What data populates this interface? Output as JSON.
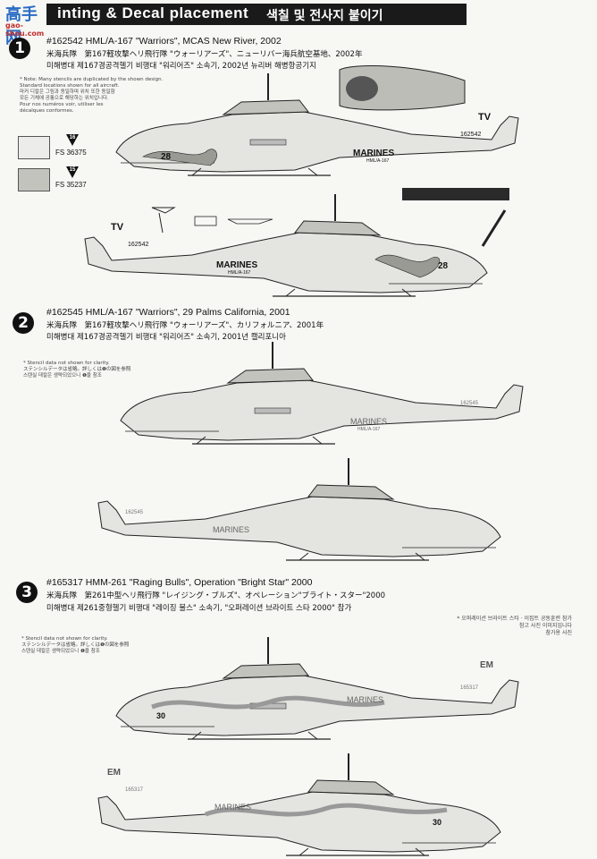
{
  "logo": {
    "chars": "高手网",
    "url": "gao-shou.com"
  },
  "header": {
    "title": "Painting & Decal placement",
    "title_visible": "inting & Decal placement",
    "korean": "색칠 및 전사지 붙이기"
  },
  "colors": {
    "gray_light": "#e6e6e2",
    "gray_dark": "#bdbdb8",
    "black": "#111111"
  },
  "paint_chips": [
    {
      "badge": "16",
      "code": "FS 36375",
      "color": "#ececea"
    },
    {
      "badge": "15",
      "code": "FS 35237",
      "color": "#c3c3be"
    }
  ],
  "sections": [
    {
      "number": "1",
      "title": "#162542 HML/A-167 \"Warriors\", MCAS New River, 2002",
      "japanese": "米海兵隊　第167軽攻撃ヘリ飛行隊 \"ウォーリアーズ\"、ニューリバー海兵航空基地、2002年",
      "korean": "미해병대 제167경공격헬기 비행대 \"워리어즈\" 소속기, 2002년 뉴리버 해병항공기지",
      "note": [
        "* Note: Many stencils are duplicated by the shown design.",
        "Standard locations shown for all aircraft.",
        "마커 디칼은 그림과 동일하며 위치 또한 동일함",
        "모든 기체에 공통으로 해당하는 위치입니다.",
        "Pour nos numéros voir, utiliser les",
        "décalques conformes."
      ],
      "markings": {
        "marines": "MARINES",
        "unit": "HML/A-167",
        "serial": "162542",
        "tail": "TV",
        "modex": "28"
      }
    },
    {
      "number": "2",
      "title": "#162545 HML/A-167 \"Warriors\", 29 Palms California, 2001",
      "japanese": "米海兵隊　第167軽攻撃ヘリ飛行隊 \"ウォーリアーズ\"、カリフォルニア、2001年",
      "korean": "미해병대 제167경공격헬기 비행대 \"워리어즈\" 소속기, 2001년 캘리포니아",
      "note": [
        "* Stencil data not shown for clarity.",
        "ステンシルデータは省略。詳しくは❶の図を参照",
        "스텐실 데칼은 생략되었으니 ❶을 참조"
      ],
      "markings": {
        "marines": "MARINES",
        "unit": "HML/A-167",
        "serial": "162545"
      }
    },
    {
      "number": "3",
      "title": "#165317 HMM-261 \"Raging Bulls\", Operation \"Bright Star\" 2000",
      "japanese": "米海兵隊　第261中型ヘリ飛行隊 \"レイジング・ブルズ\"、オペレーション\"ブライト・スター\"2000",
      "korean": "미해병대 제261중형헬기 비행대 \"레이징 불스\" 소속기, \"오퍼레이션 브라이트 스타 2000\" 참가",
      "note": [
        "* Stencil data not shown for clarity.",
        "ステンシルデータは省略。詳しくは❶の図を参照",
        "스텐실 데칼은 생략되었으니 ❶을 참조"
      ],
      "right_note": [
        "* 오퍼레이션 브라이트 스타 · 이집트 공동훈련 참가",
        "참고 사진 이미지입니다",
        "참가용 사진"
      ],
      "markings": {
        "marines": "MARINES",
        "serial": "165317",
        "tail": "EM",
        "modex": "30"
      }
    }
  ]
}
